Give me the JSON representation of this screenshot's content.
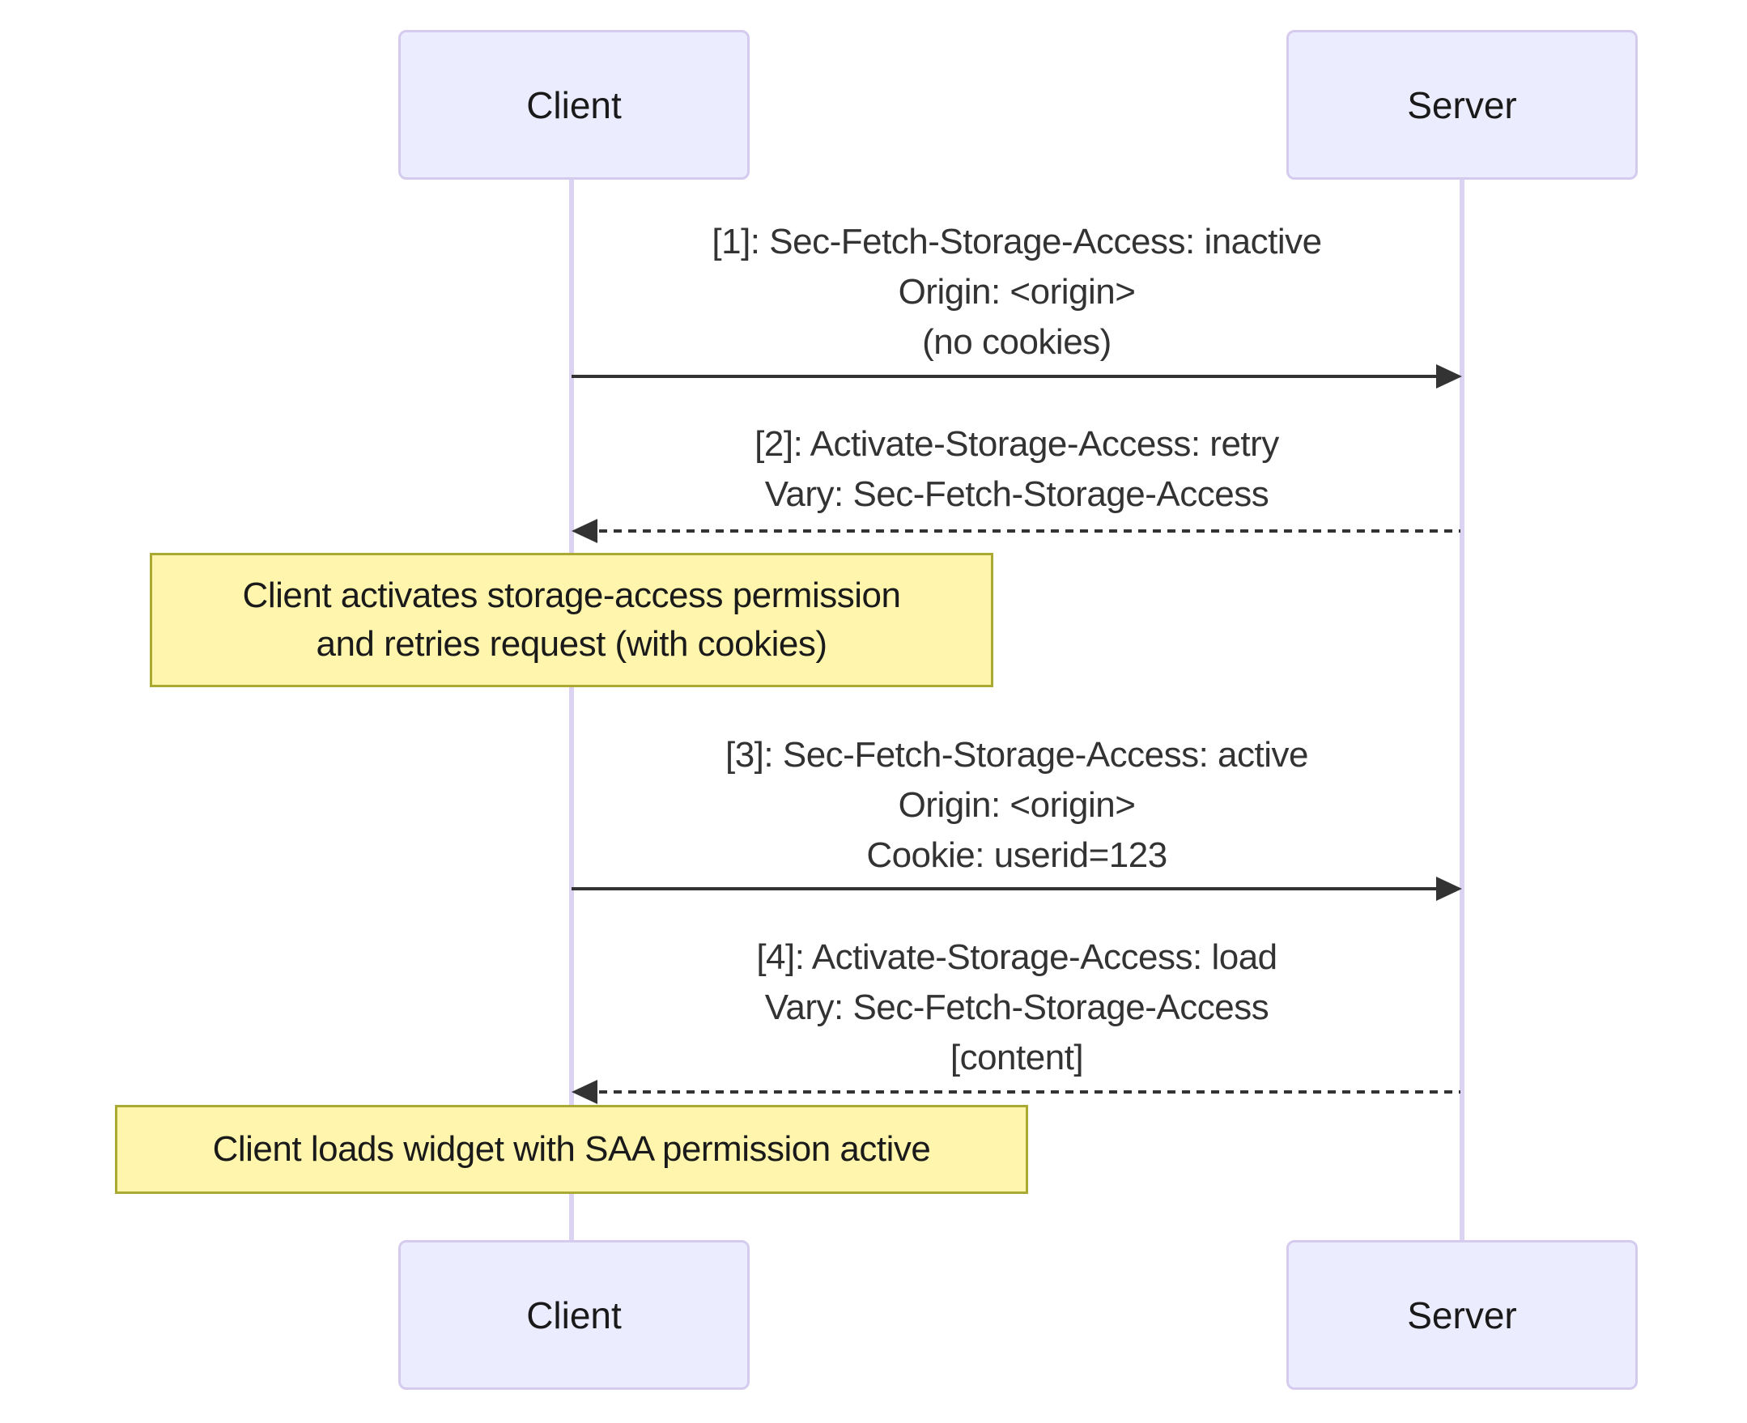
{
  "actors": {
    "client": "Client",
    "server": "Server"
  },
  "messages": [
    {
      "from": "client",
      "to": "server",
      "style": "solid",
      "lines": [
        "[1]: Sec-Fetch-Storage-Access: inactive",
        "Origin: <origin>",
        "(no cookies)"
      ]
    },
    {
      "from": "server",
      "to": "client",
      "style": "dashed",
      "lines": [
        "[2]: Activate-Storage-Access: retry",
        "Vary: Sec-Fetch-Storage-Access"
      ]
    },
    {
      "from": "client",
      "to": "server",
      "style": "solid",
      "lines": [
        "[3]: Sec-Fetch-Storage-Access: active",
        "Origin: <origin>",
        "Cookie: userid=123"
      ]
    },
    {
      "from": "server",
      "to": "client",
      "style": "dashed",
      "lines": [
        "[4]: Activate-Storage-Access: load",
        "Vary: Sec-Fetch-Storage-Access",
        "[content]"
      ]
    }
  ],
  "notes": [
    {
      "lines": [
        "Client activates storage-access permission",
        "and retries request (with cookies)"
      ]
    },
    {
      "lines": [
        "Client loads widget with SAA permission active"
      ]
    }
  ],
  "colors": {
    "actor_fill": "#ECECFF",
    "actor_border": "#D5CBEE",
    "lifeline": "#DCD2F2",
    "note_fill": "#FFF5AD",
    "note_border": "#AAAA33",
    "arrow": "#333333",
    "text": "#333333"
  }
}
